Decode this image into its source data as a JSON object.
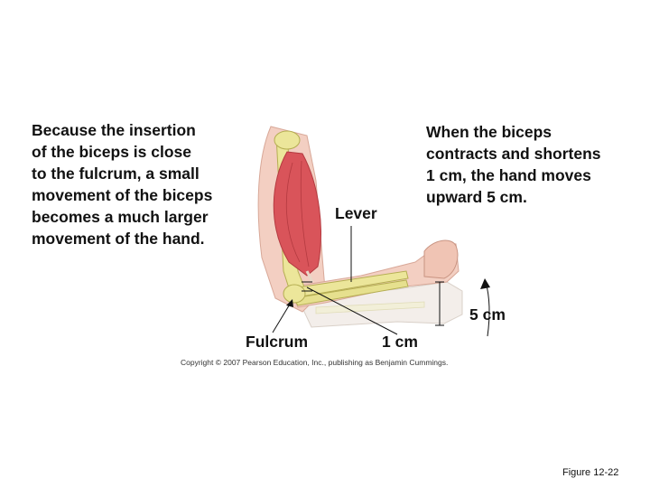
{
  "captions": {
    "left": "Because the insertion\nof the biceps is close\nto the fulcrum, a small\nmovement of the biceps\nbecomes a much larger\nmovement of the hand.",
    "right": "When the biceps\ncontracts and shortens\n1 cm, the hand moves\nupward 5 cm."
  },
  "labels": {
    "lever": "Lever",
    "fulcrum": "Fulcrum",
    "one_cm": "1 cm",
    "five_cm": "5 cm"
  },
  "copyright": "Copyright © 2007 Pearson Education, Inc., publishing as Benjamin Cummings.",
  "figure_number": "Figure 12-22",
  "colors": {
    "skin": "#f3cfc2",
    "skin_ghost": "#f1ebe6",
    "bone": "#ece69a",
    "bone_outline": "#b5ae52",
    "muscle": "#d9545a",
    "muscle_dark": "#b43a40",
    "text": "#111111"
  }
}
